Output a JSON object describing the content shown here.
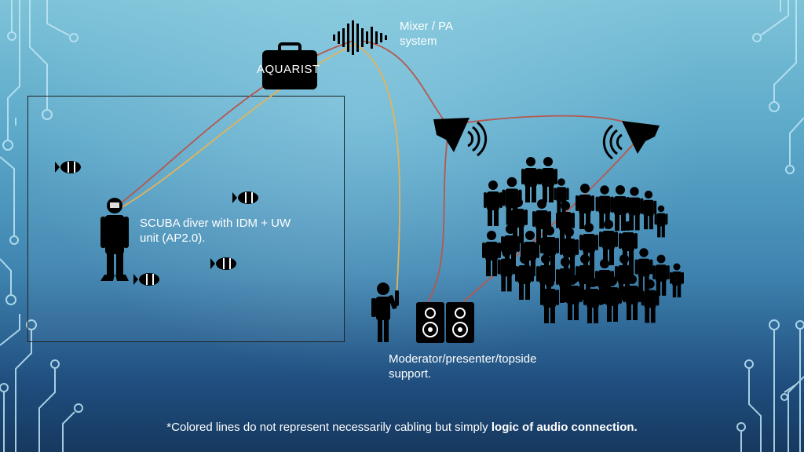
{
  "labels": {
    "aquarist": "AQUARIST",
    "mixer_line1": "Mixer / PA",
    "mixer_line2": "system",
    "diver_line1": "SCUBA diver with IDM + UW",
    "diver_line2": "unit (AP2.0).",
    "moderator_line1": "Moderator/presenter/topside",
    "moderator_line2": "support."
  },
  "footnote": {
    "text": "*Colored lines do not represent necessarily cabling but simply ",
    "bold": "logic of audio connection."
  },
  "colors": {
    "red_line": "#b5584e",
    "yellow_line": "#e3b35a",
    "icon": "#000000",
    "text": "#ffffff",
    "circuit": "#bfe6f5"
  },
  "icons": [
    "waveform-icon",
    "briefcase-icon",
    "speaker-icon",
    "diver-icon",
    "fish-icon",
    "people-icon",
    "presenter-icon",
    "studio-monitor-icon"
  ]
}
